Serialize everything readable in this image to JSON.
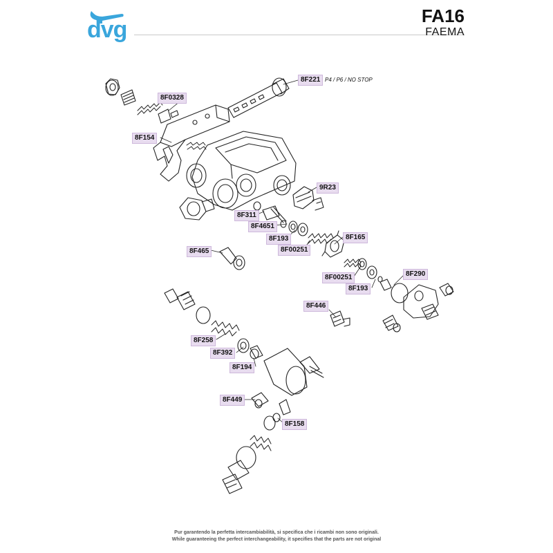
{
  "header": {
    "logo_text": "dvg",
    "model_code": "FA16",
    "brand": "FAEMA"
  },
  "colors": {
    "logo_blue": "#3aa6dc",
    "label_fill": "#e8dcef",
    "label_border": "#cdb8db",
    "line": "#222222"
  },
  "parts": [
    {
      "code": "8F221",
      "note": "P4 / P6 / NO STOP"
    },
    {
      "code": "8F0328"
    },
    {
      "code": "8F154"
    },
    {
      "code": "9R23"
    },
    {
      "code": "8F311"
    },
    {
      "code": "8F4651"
    },
    {
      "code": "8F193"
    },
    {
      "code": "8F00251"
    },
    {
      "code": "8F165"
    },
    {
      "code": "8F465"
    },
    {
      "code": "8F00251"
    },
    {
      "code": "8F193"
    },
    {
      "code": "8F290"
    },
    {
      "code": "8F446"
    },
    {
      "code": "8F258"
    },
    {
      "code": "8F392"
    },
    {
      "code": "8F194"
    },
    {
      "code": "8F449"
    },
    {
      "code": "8F158"
    }
  ],
  "footer": {
    "line_it": "Pur garantendo la perfetta intercambiabilità, si specifica che i ricambi non sono originali.",
    "line_en": "While guaranteeing the perfect interchangeability, it specifies that the parts are not original"
  }
}
